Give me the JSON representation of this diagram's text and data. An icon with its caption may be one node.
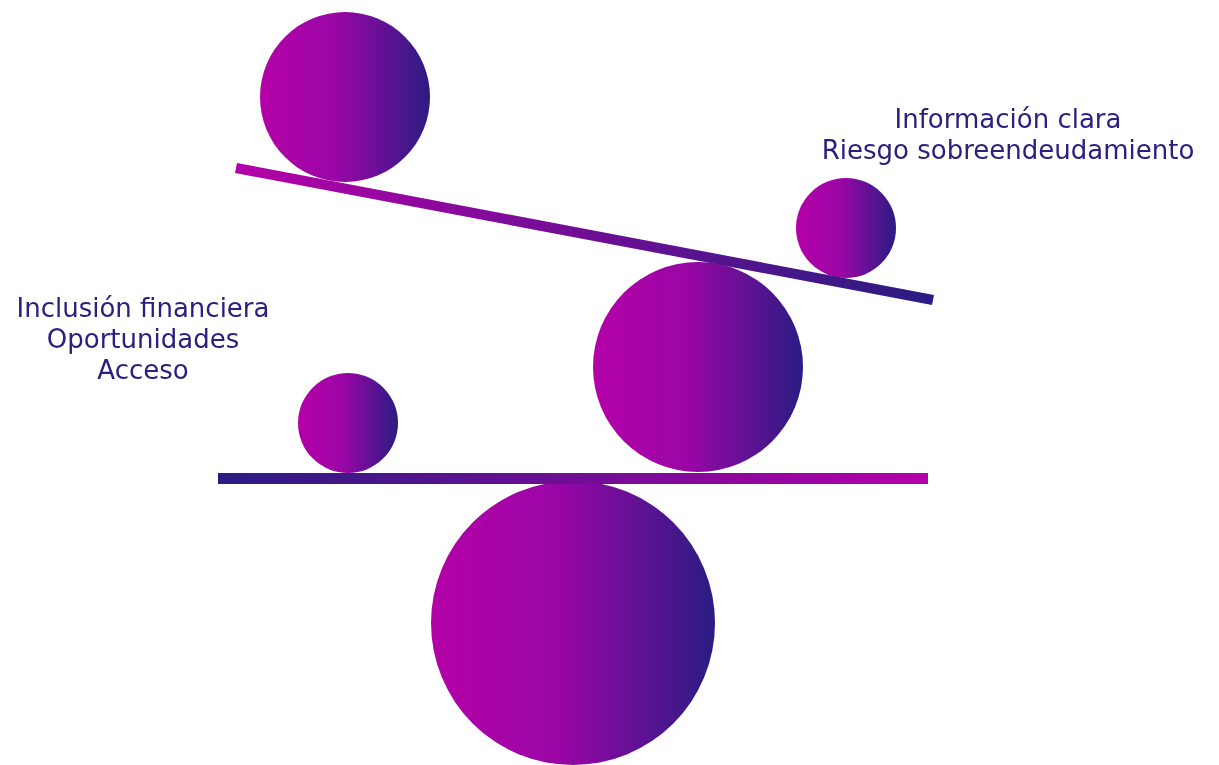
{
  "diagram": {
    "labels": [
      "Información clara",
      "Riesgo sobreendeudamiento",
      "Inclusión financiera",
      "Oportunidades",
      "Acceso"
    ]
  }
}
